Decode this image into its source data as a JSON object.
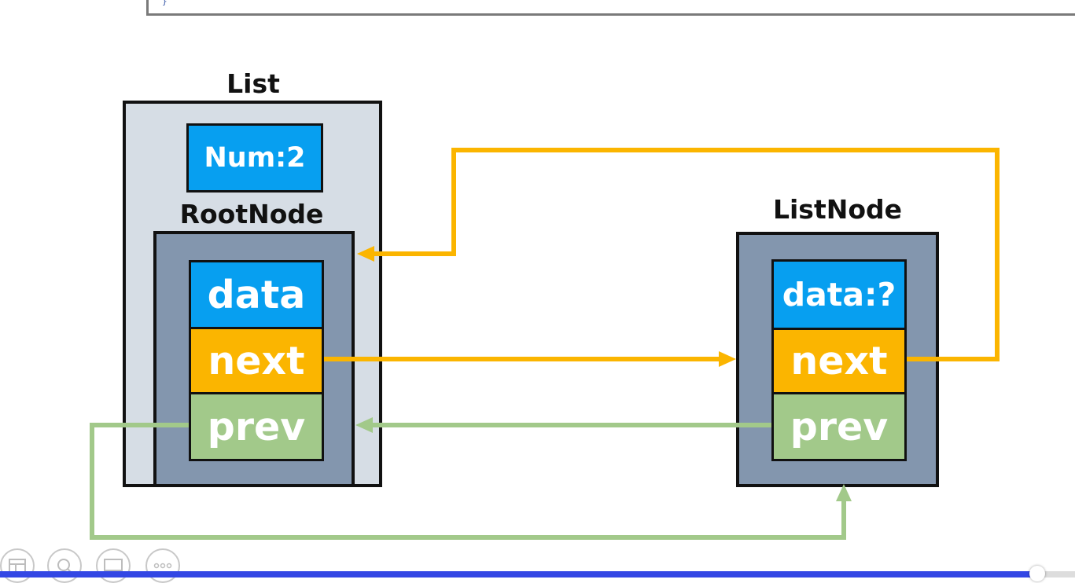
{
  "code_snippet": {
    "text": "}"
  },
  "list": {
    "title": "List",
    "num_label": "Num:2"
  },
  "root_node": {
    "title": "RootNode",
    "data": "data",
    "next": "next",
    "prev": "prev"
  },
  "list_node": {
    "title": "ListNode",
    "data": "data:?",
    "next": "next",
    "prev": "prev"
  },
  "colors": {
    "data": "#079ff0",
    "next": "#fbb500",
    "prev": "#a2c98a",
    "node_bg": "#8396ae",
    "list_bg": "#d6dde5",
    "progress": "#3347e4"
  },
  "player": {
    "controls": [
      "slides-icon",
      "zoom-icon",
      "screen-icon",
      "more-icon"
    ],
    "progress": 0.965
  }
}
